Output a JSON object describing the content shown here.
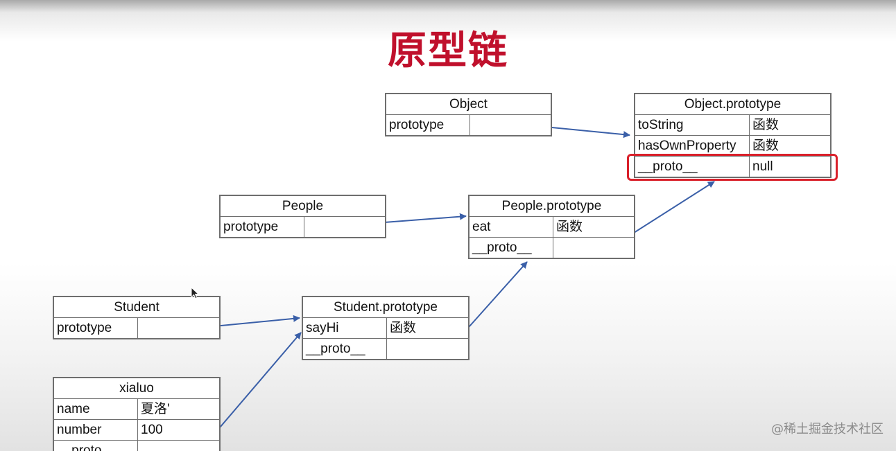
{
  "title": "原型链",
  "watermark": "@稀土掘金技术社区",
  "boxes": {
    "object": {
      "header": "Object",
      "rows": [
        {
          "key": "prototype",
          "value": ""
        }
      ]
    },
    "object_prototype": {
      "header": "Object.prototype",
      "rows": [
        {
          "key": "toString",
          "value": "函数"
        },
        {
          "key": "hasOwnProperty",
          "value": "函数"
        },
        {
          "key": "__proto__",
          "value": "null"
        }
      ]
    },
    "people": {
      "header": "People",
      "rows": [
        {
          "key": "prototype",
          "value": ""
        }
      ]
    },
    "people_prototype": {
      "header": "People.prototype",
      "rows": [
        {
          "key": "eat",
          "value": "函数"
        },
        {
          "key": "__proto__",
          "value": ""
        }
      ]
    },
    "student": {
      "header": "Student",
      "rows": [
        {
          "key": "prototype",
          "value": ""
        }
      ]
    },
    "student_prototype": {
      "header": "Student.prototype",
      "rows": [
        {
          "key": "sayHi",
          "value": "函数"
        },
        {
          "key": "__proto__",
          "value": ""
        }
      ]
    },
    "xialuo": {
      "header": "xialuo",
      "rows": [
        {
          "key": "name",
          "value": "夏洛'"
        },
        {
          "key": "number",
          "value": "100"
        },
        {
          "key": "__proto__",
          "value": ""
        }
      ]
    }
  },
  "colors": {
    "title": "#c0102c",
    "arrow": "#3a5fa8",
    "highlight": "#d9202a"
  }
}
